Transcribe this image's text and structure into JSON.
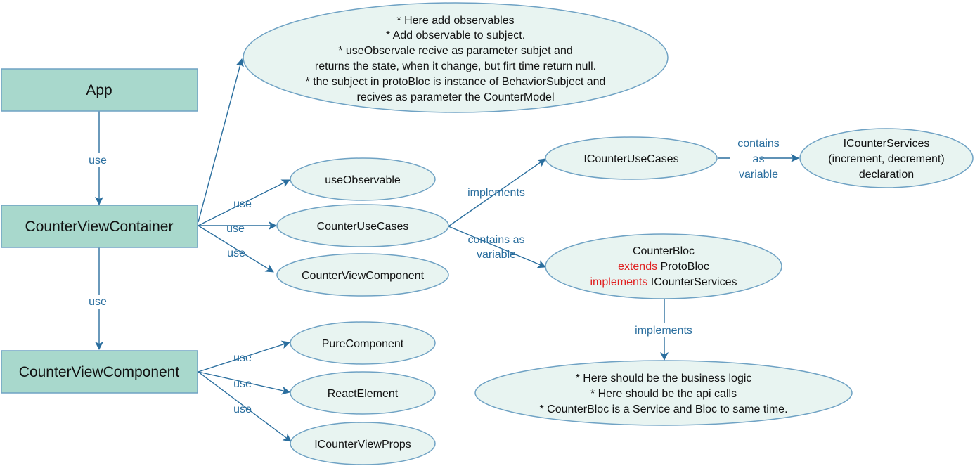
{
  "nodes": {
    "app": "App",
    "counter_view_container": "CounterViewContainer",
    "counter_view_component_main": "CounterViewComponent",
    "observables_note": [
      "* Here add observables",
      "* Add observable to subject.",
      "* useObservale recive as parameter  subjet and",
      "returns the state, when it change, but firt time return null.",
      "* the subject in protoBloc is instance of BehaviorSubject and",
      "recives as parameter the CounterModel"
    ],
    "use_observable": "useObservable",
    "counter_use_cases": "CounterUseCases",
    "counter_view_component": "CounterViewComponent",
    "i_counter_use_cases": "ICounterUseCases",
    "i_counter_services": [
      "ICounterServices",
      "(increment, decrement)",
      "declaration"
    ],
    "counter_bloc": {
      "line1": "CounterBloc",
      "line2_kw": "extends",
      "line2_rest": " ProtoBloc",
      "line3_kw": "implements",
      "line3_rest": " ICounterServices"
    },
    "business_note": [
      "* Here should be the business logic",
      "* Here should be the api calls",
      "* CounterBloc is a Service and Bloc to same time."
    ],
    "pure_component": "PureComponent",
    "react_element": "ReactElement",
    "i_counter_view_props": "ICounterViewProps"
  },
  "edges": {
    "app_to_container": "use",
    "container_to_use_observable": "use",
    "container_to_use_cases": "use",
    "container_to_view_component": "use",
    "container_to_component_main": "use",
    "use_cases_implements": "implements",
    "use_cases_contains": [
      "contains as",
      "variable"
    ],
    "i_use_cases_contains": [
      "contains",
      "as",
      "variable"
    ],
    "bloc_implements": "implements",
    "component_to_pure": "use",
    "component_to_react": "use",
    "component_to_props": "use"
  },
  "colors": {
    "rect_fill": "#a8d8cc",
    "ellipse_fill": "#e8f4f1",
    "edge": "#2a6e9e",
    "keyword": "#e02020"
  }
}
